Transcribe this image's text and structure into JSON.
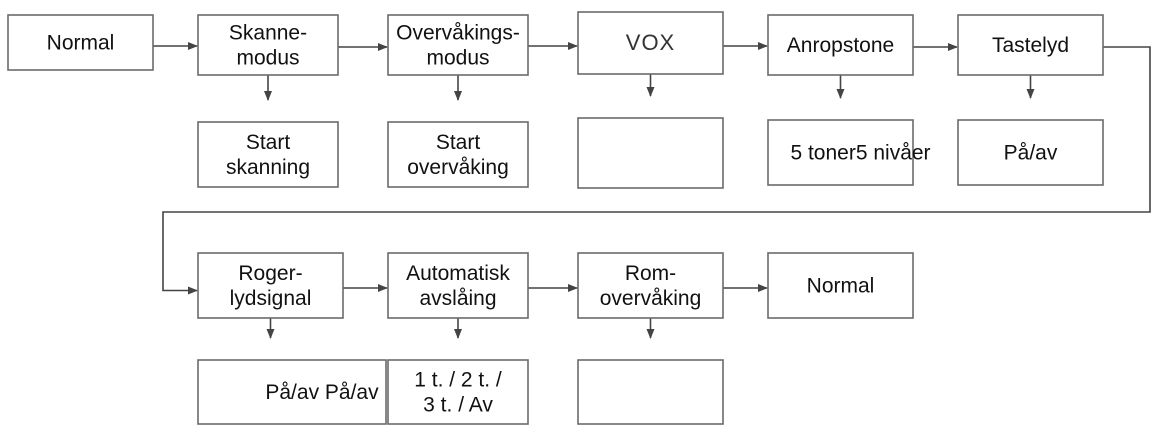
{
  "nodes": {
    "normal_start": {
      "lines": [
        "Normal"
      ]
    },
    "scan_mode": {
      "lines": [
        "Skanne-",
        "modus"
      ]
    },
    "monitor_mode": {
      "lines": [
        "Overvåkings-",
        "modus"
      ]
    },
    "vox": {
      "lines": [
        "VOX"
      ]
    },
    "call_tone": {
      "lines": [
        "Anropstone"
      ]
    },
    "key_tone": {
      "lines": [
        "Tastelyd"
      ]
    },
    "start_scan": {
      "lines": [
        "Start",
        "skanning"
      ]
    },
    "start_monitor": {
      "lines": [
        "Start",
        "overvåking"
      ]
    },
    "vox_option": {
      "lines": []
    },
    "call_tone_option": {
      "lines": [
        "5 toner5 nivåer"
      ]
    },
    "key_tone_option": {
      "lines": [
        "På/av"
      ]
    },
    "roger_beep": {
      "lines": [
        "Roger-",
        "lydsignal"
      ]
    },
    "auto_off": {
      "lines": [
        "Automatisk",
        "avslåing"
      ]
    },
    "room_monitor": {
      "lines": [
        "Rom-",
        "overvåking"
      ]
    },
    "normal_end": {
      "lines": [
        "Normal"
      ]
    },
    "roger_option": {
      "lines": [
        "På/av På/av"
      ]
    },
    "auto_off_option": {
      "lines": [
        "1 t. / 2 t. /",
        "3 t. / Av"
      ]
    },
    "room_monitor_option": {
      "lines": []
    }
  },
  "edges": [
    [
      "normal_start",
      "scan_mode"
    ],
    [
      "scan_mode",
      "monitor_mode"
    ],
    [
      "monitor_mode",
      "vox"
    ],
    [
      "vox",
      "call_tone"
    ],
    [
      "call_tone",
      "key_tone"
    ],
    [
      "key_tone",
      "roger_beep"
    ],
    [
      "roger_beep",
      "auto_off"
    ],
    [
      "auto_off",
      "room_monitor"
    ],
    [
      "room_monitor",
      "normal_end"
    ],
    [
      "scan_mode",
      "start_scan"
    ],
    [
      "monitor_mode",
      "start_monitor"
    ],
    [
      "vox",
      "vox_option"
    ],
    [
      "call_tone",
      "call_tone_option"
    ],
    [
      "key_tone",
      "key_tone_option"
    ],
    [
      "roger_beep",
      "roger_option"
    ],
    [
      "auto_off",
      "auto_off_option"
    ],
    [
      "room_monitor",
      "room_monitor_option"
    ]
  ]
}
